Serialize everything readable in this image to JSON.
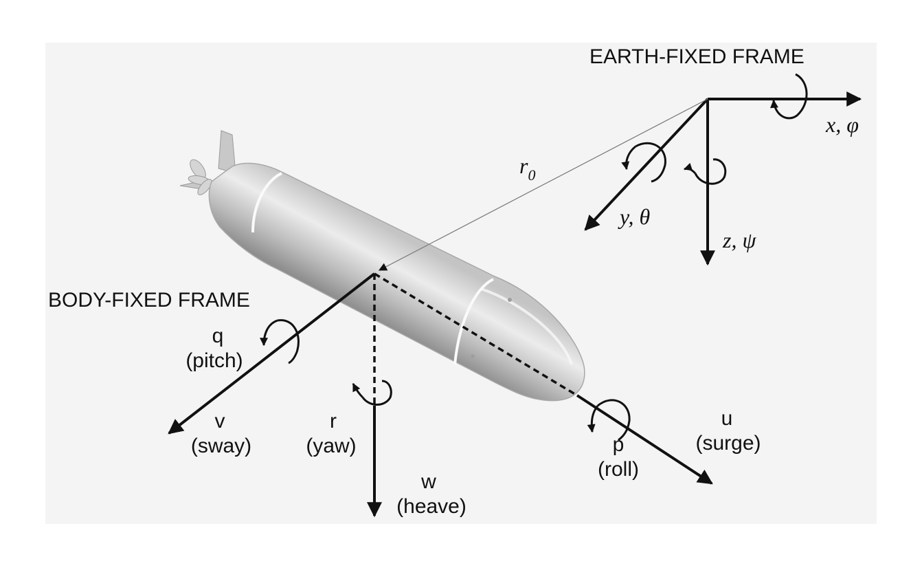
{
  "earth_frame": {
    "title": "EARTH-FIXED FRAME",
    "x_axis": "x, φ",
    "y_axis": "y, θ",
    "z_axis": "z, ψ"
  },
  "position_vector": {
    "symbol": "r",
    "subscript": "0"
  },
  "body_frame": {
    "title": "BODY-FIXED FRAME",
    "pitch": {
      "rate": "q",
      "name": "(pitch)"
    },
    "sway": {
      "velocity": "v",
      "name": "(sway)"
    },
    "yaw": {
      "rate": "r",
      "name": "(yaw)"
    },
    "heave": {
      "velocity": "w",
      "name": "(heave)"
    },
    "roll": {
      "rate": "p",
      "name": "(roll)"
    },
    "surge": {
      "velocity": "u",
      "name": "(surge)"
    }
  },
  "colors": {
    "background": "#ffffff",
    "panel": "#f3f3f3",
    "line": "#111111",
    "hull_light": "#e6e6e6",
    "hull_dark": "#9a9a9a"
  }
}
